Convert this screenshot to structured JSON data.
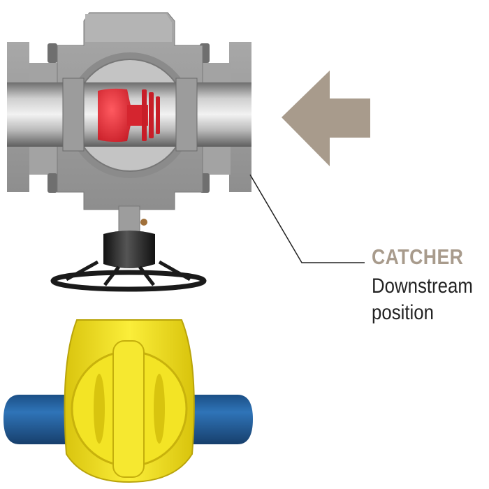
{
  "callout": {
    "title": "CATCHER",
    "line1": "Downstream",
    "line2": "position"
  },
  "colors": {
    "title": "#a89b8c",
    "arrow": "#a89b8c",
    "text": "#222222",
    "steel": "#9a9a9a",
    "catcher": "#e8303a",
    "pipe": "#1e5fa0",
    "valve_handle": "#f2e11a",
    "handwheel": "#1a1a1a"
  },
  "icons": {
    "flow_arrow": "left-arrow-icon"
  }
}
